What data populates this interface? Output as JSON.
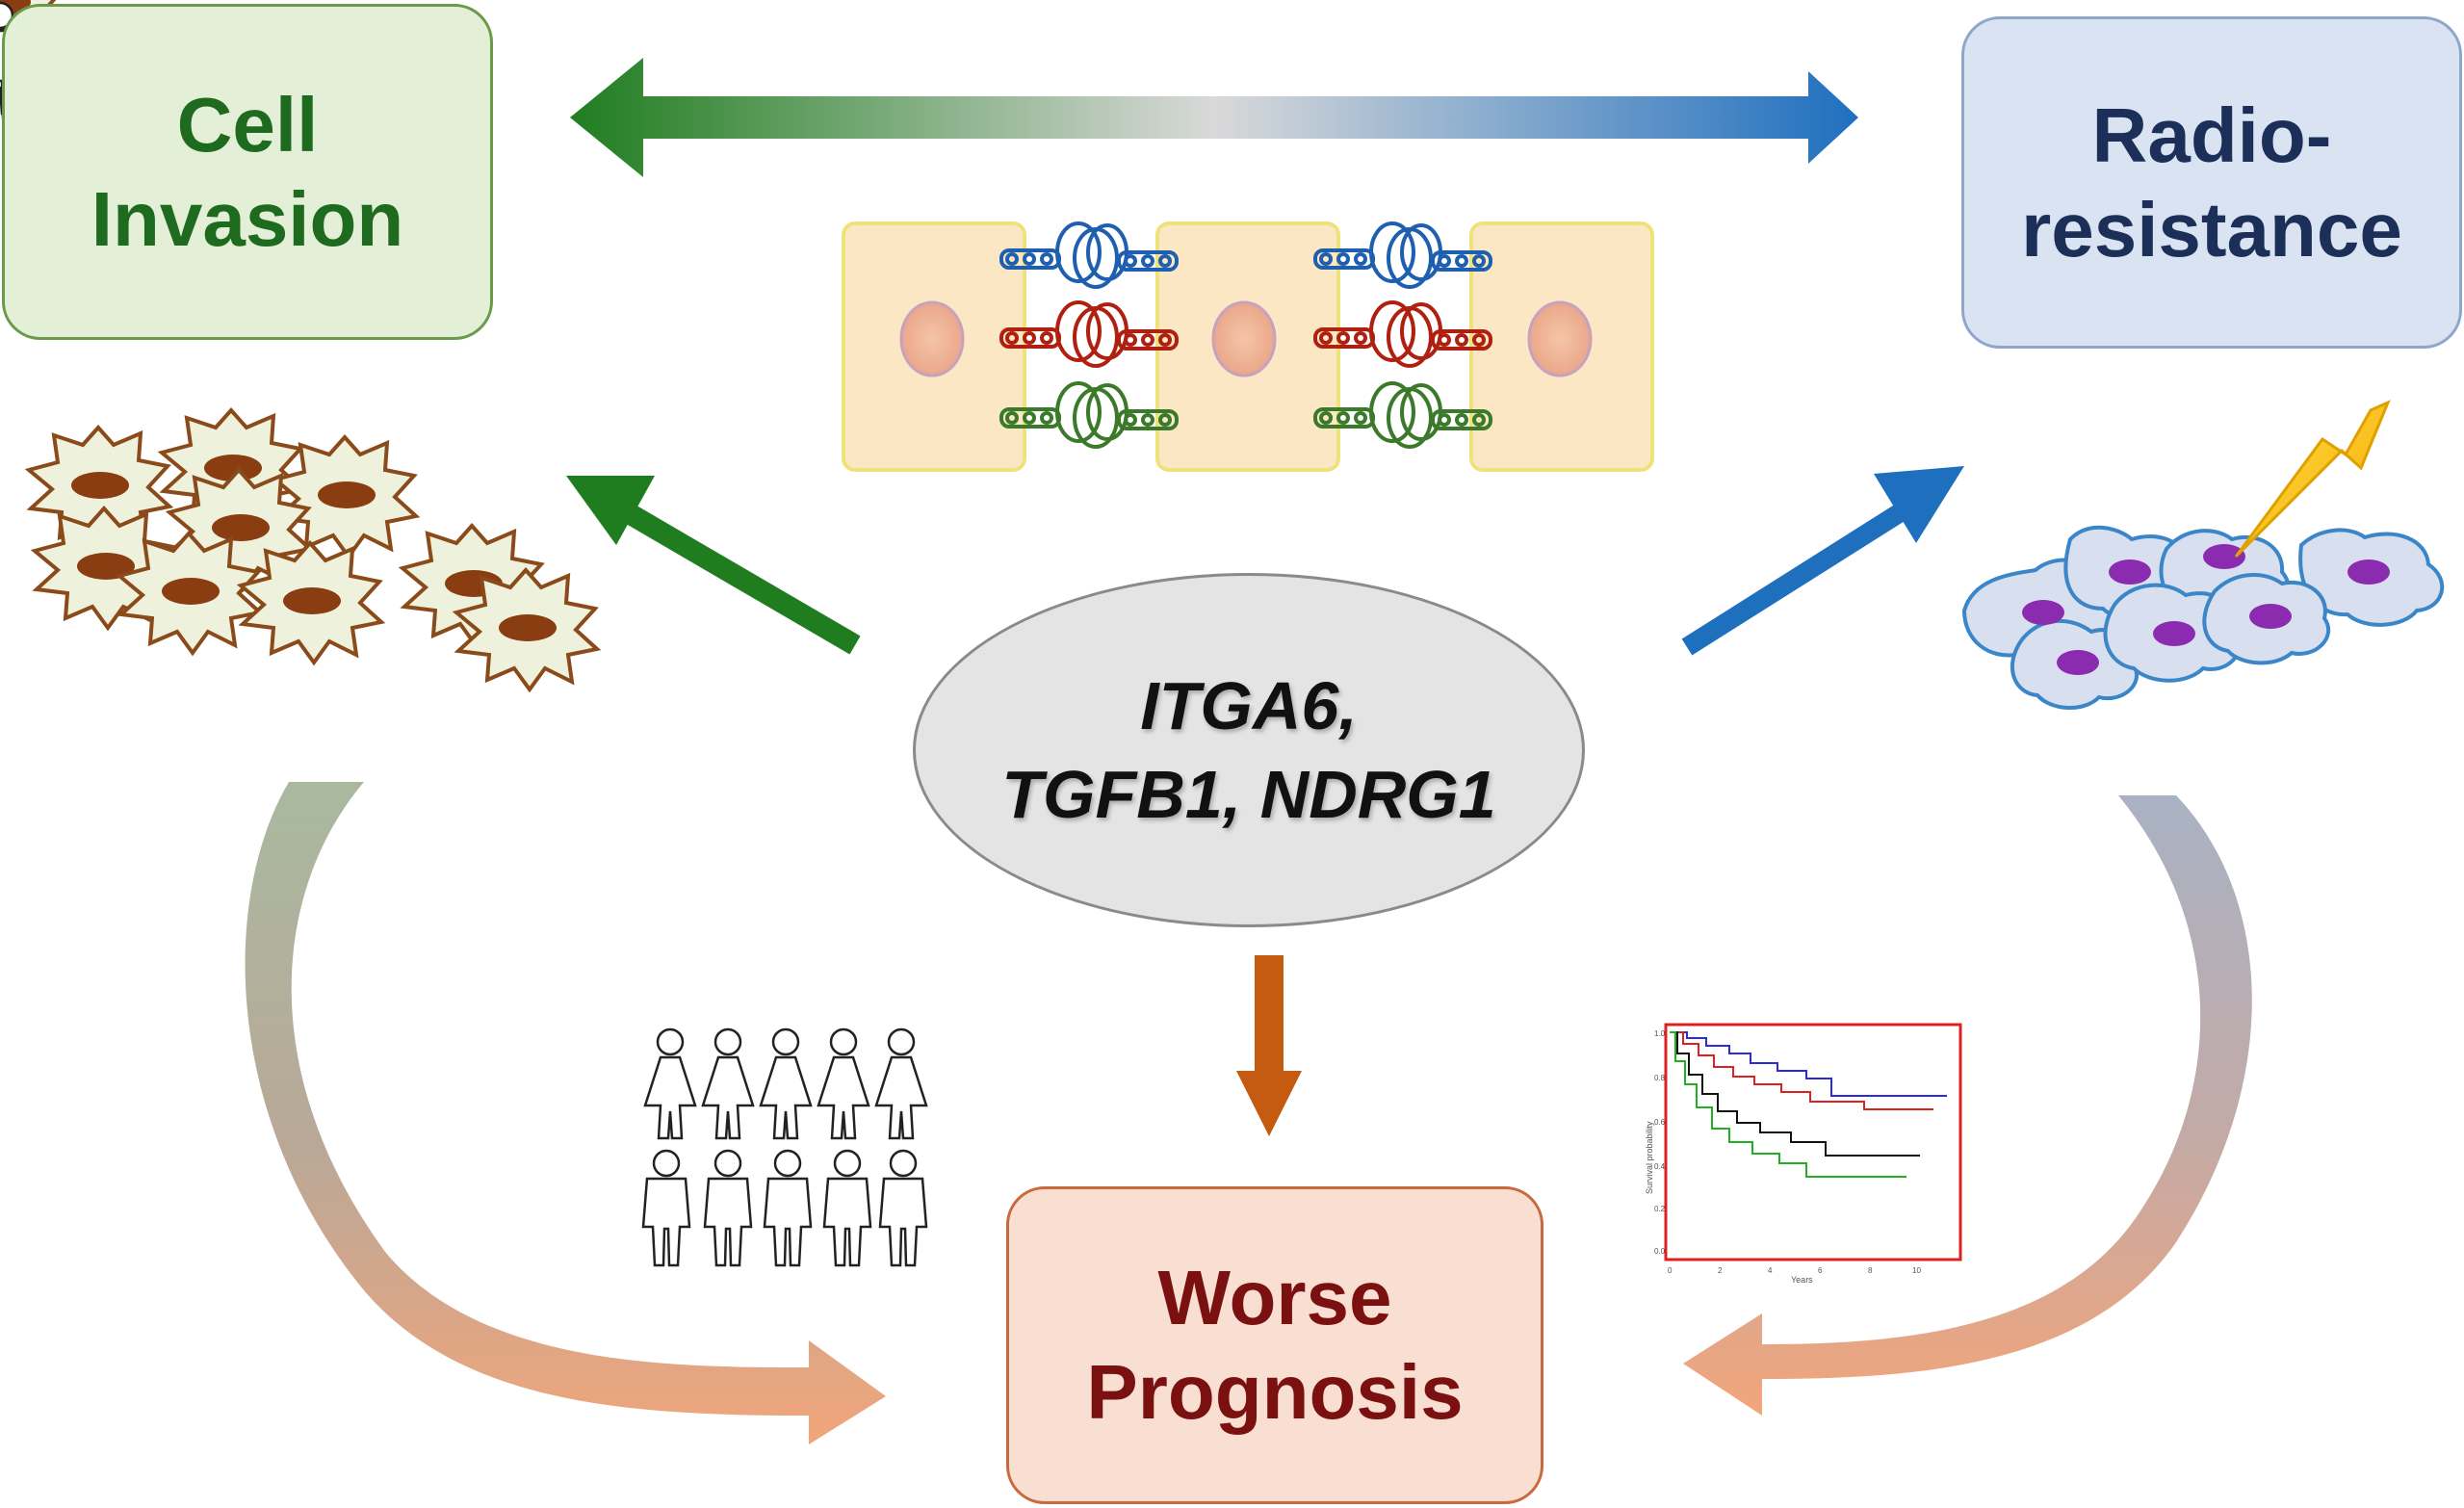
{
  "boxes": {
    "invasion": [
      "Cell",
      "Invasion"
    ],
    "radio": [
      "Radio-",
      "resistance"
    ],
    "prognosis": [
      "Worse",
      "Prognosis"
    ]
  },
  "genes": [
    "ITGA6,",
    "TGFB1, NDRG1"
  ],
  "colors": {
    "invasion_green": "#1f7d1f",
    "radio_blue": "#1f6fbf",
    "prognosis_orange": "#c55a11",
    "gene_gray": "#e4e4e4"
  },
  "survival_plot": {
    "ylabel": "Survival probability",
    "xlabel": "Years",
    "y_ticks": [
      "1.0",
      "0.8",
      "0.6",
      "0.4",
      "0.2",
      "0.0"
    ],
    "x_ticks": [
      "0",
      "2",
      "4",
      "6",
      "8",
      "10"
    ]
  },
  "icons": [
    "invasive-cells-icon",
    "irradiated-cells-icon",
    "lightning-icon",
    "people-icon",
    "kaplan-meier-plot-icon",
    "cell-junction-icon"
  ]
}
